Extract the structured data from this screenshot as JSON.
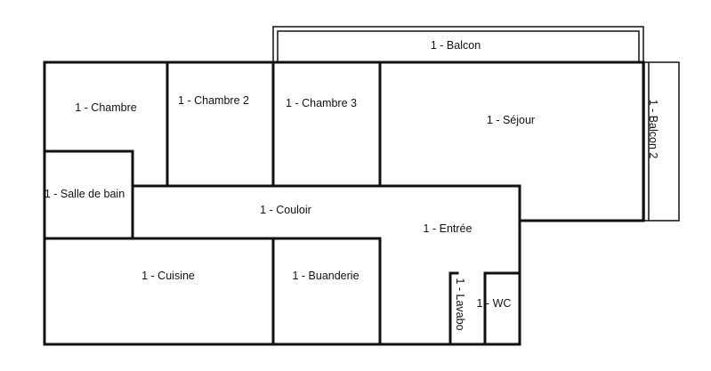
{
  "rooms": {
    "chambre": "1 - Chambre",
    "chambre2": "1 - Chambre 2",
    "chambre3": "1 - Chambre 3",
    "sejour": "1 - Séjour",
    "balcon": "1 - Balcon",
    "balcon2": "1 - Balcon 2",
    "salle_de_bain": "1 - Salle de bain",
    "couloir": "1 - Couloir",
    "entree": "1 - Entrée",
    "cuisine": "1 - Cuisine",
    "buanderie": "1 - Buanderie",
    "lavabo": "1 - Lavabo",
    "wc": "1 - WC"
  },
  "colors": {
    "wall": "#111111",
    "background": "#ffffff"
  }
}
